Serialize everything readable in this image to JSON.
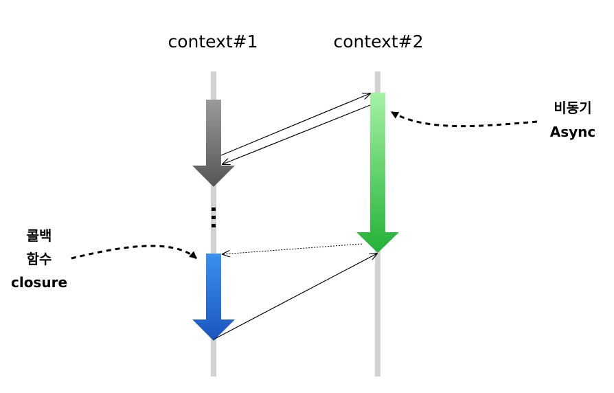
{
  "diagram": {
    "contexts": [
      {
        "label": "context#1"
      },
      {
        "label": "context#2"
      }
    ],
    "async_label": {
      "line1": "비동기",
      "line2": "Async"
    },
    "callback_label": {
      "line1": "콜백",
      "line2": "함수",
      "line3": "closure"
    }
  },
  "colors": {
    "timeline": "#d0d0d0",
    "gray_arrow_top": "#9a9a9a",
    "gray_arrow_bottom": "#555555",
    "green_arrow_top": "#9ff09f",
    "green_arrow_bottom": "#24b33a",
    "blue_arrow_top": "#3a8ff0",
    "blue_arrow_bottom": "#1d5fc4",
    "line": "#000000"
  }
}
